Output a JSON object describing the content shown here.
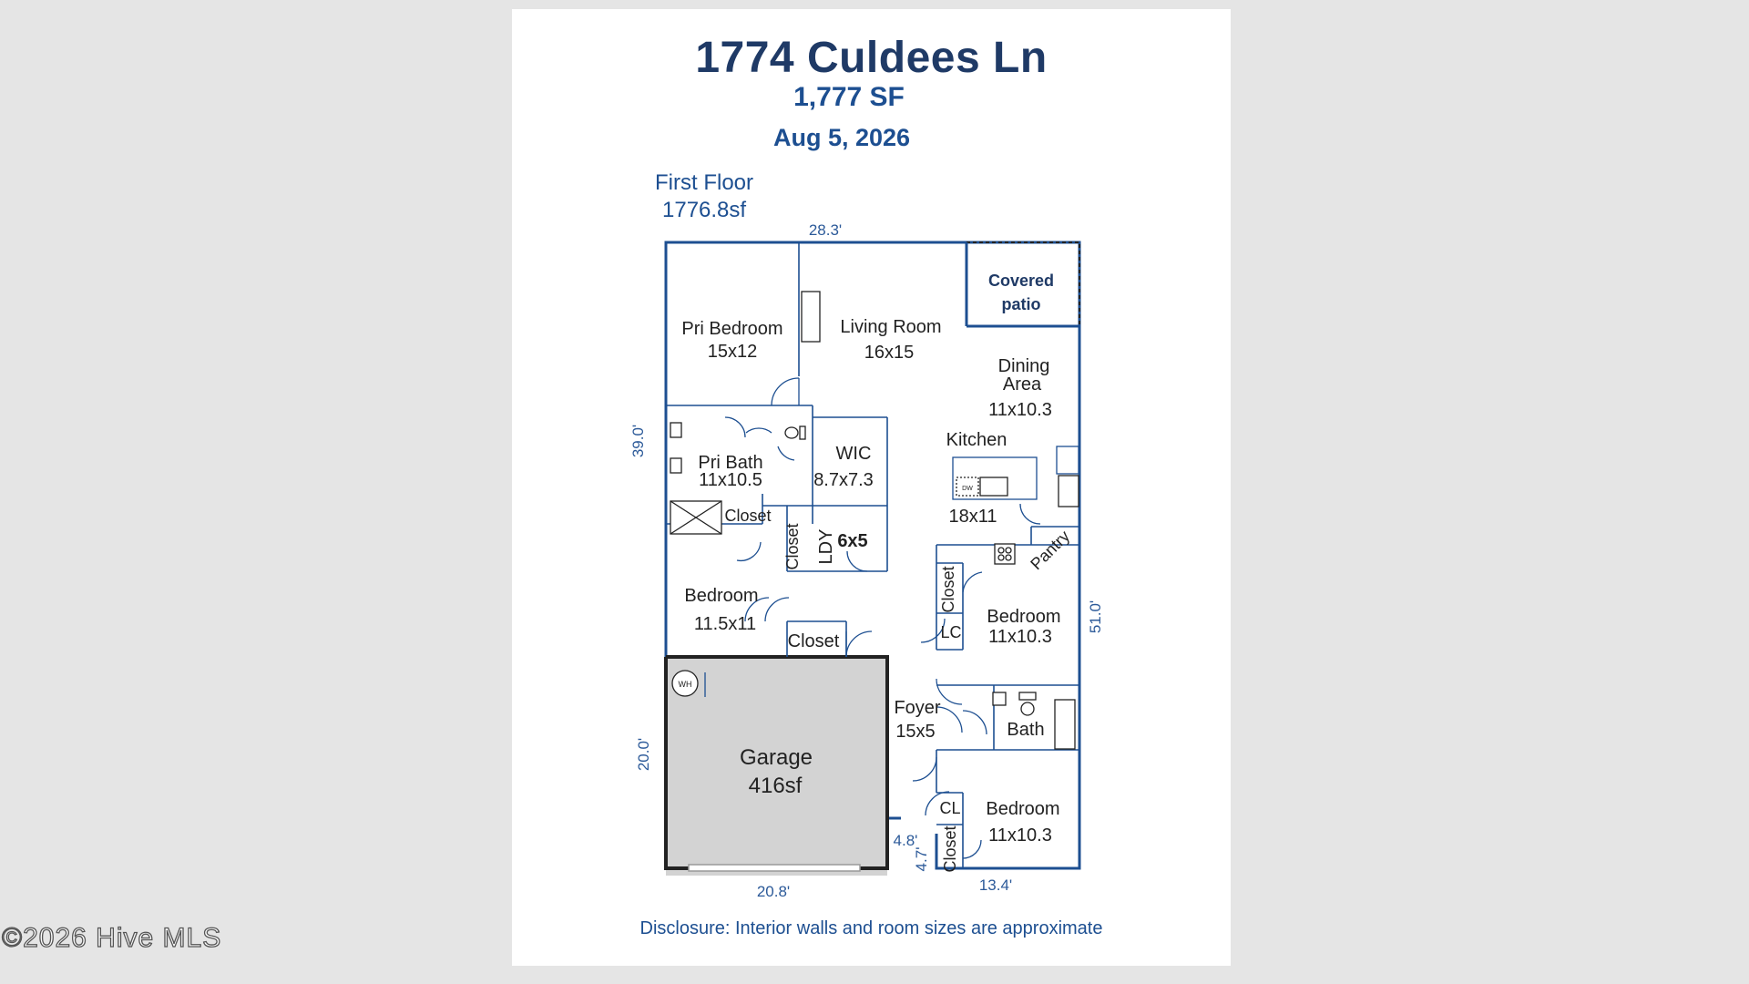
{
  "header": {
    "address": "1774 Culdees Ln",
    "square_feet": "1,777 SF",
    "date": "Aug 5, 2026"
  },
  "floor": {
    "name": "First Floor",
    "area": "1776.8sf"
  },
  "rooms": {
    "covered_patio_1": "Covered",
    "covered_patio_2": "patio",
    "pri_bedroom": "Pri Bedroom",
    "pri_bedroom_size": "15x12",
    "living_room": "Living Room",
    "living_room_size": "16x15",
    "dining_1": "Dining",
    "dining_2": "Area",
    "dining_size": "11x10.3",
    "kitchen": "Kitchen",
    "kitchen_size": "18x11",
    "pantry": "Pantry",
    "pri_bath": "Pri Bath",
    "pri_bath_size": "11x10.5",
    "wic": "WIC",
    "wic_size": "8.7x7.3",
    "closet_pri": "Closet",
    "closet_ldy": "Closet",
    "ldy": "LDY",
    "ldy_size": "6x5",
    "bedroom_1": "Bedroom",
    "bedroom_1_size": "11.5x11",
    "closet_bed1": "Closet",
    "closet_bed2": "Closet",
    "lc": "LC",
    "bedroom_2": "Bedroom",
    "bedroom_2_size": "11x10.3",
    "bath": "Bath",
    "foyer": "Foyer",
    "foyer_size": "15x5",
    "garage": "Garage",
    "garage_size": "416sf",
    "wh": "WH",
    "dw": "DW",
    "cl": "CL",
    "closet_bed3": "Closet",
    "bedroom_3": "Bedroom",
    "bedroom_3_size": "11x10.3"
  },
  "dimensions": {
    "top_width": "28.3'",
    "left_upper": "39.0'",
    "left_lower": "20.0'",
    "right_side": "51.0'",
    "garage_bottom": "20.8'",
    "bottom_right": "13.4'",
    "step_horizontal": "4.8'",
    "step_vertical": "4.7'"
  },
  "disclosure": "Disclosure: Interior walls and room sizes are approximate",
  "watermark": "©2026 Hive MLS",
  "colors": {
    "wall": "#1d4f91",
    "title": "#1f3a66",
    "garage_fill": "#d3d3d3",
    "background": "#e5e5e5"
  }
}
